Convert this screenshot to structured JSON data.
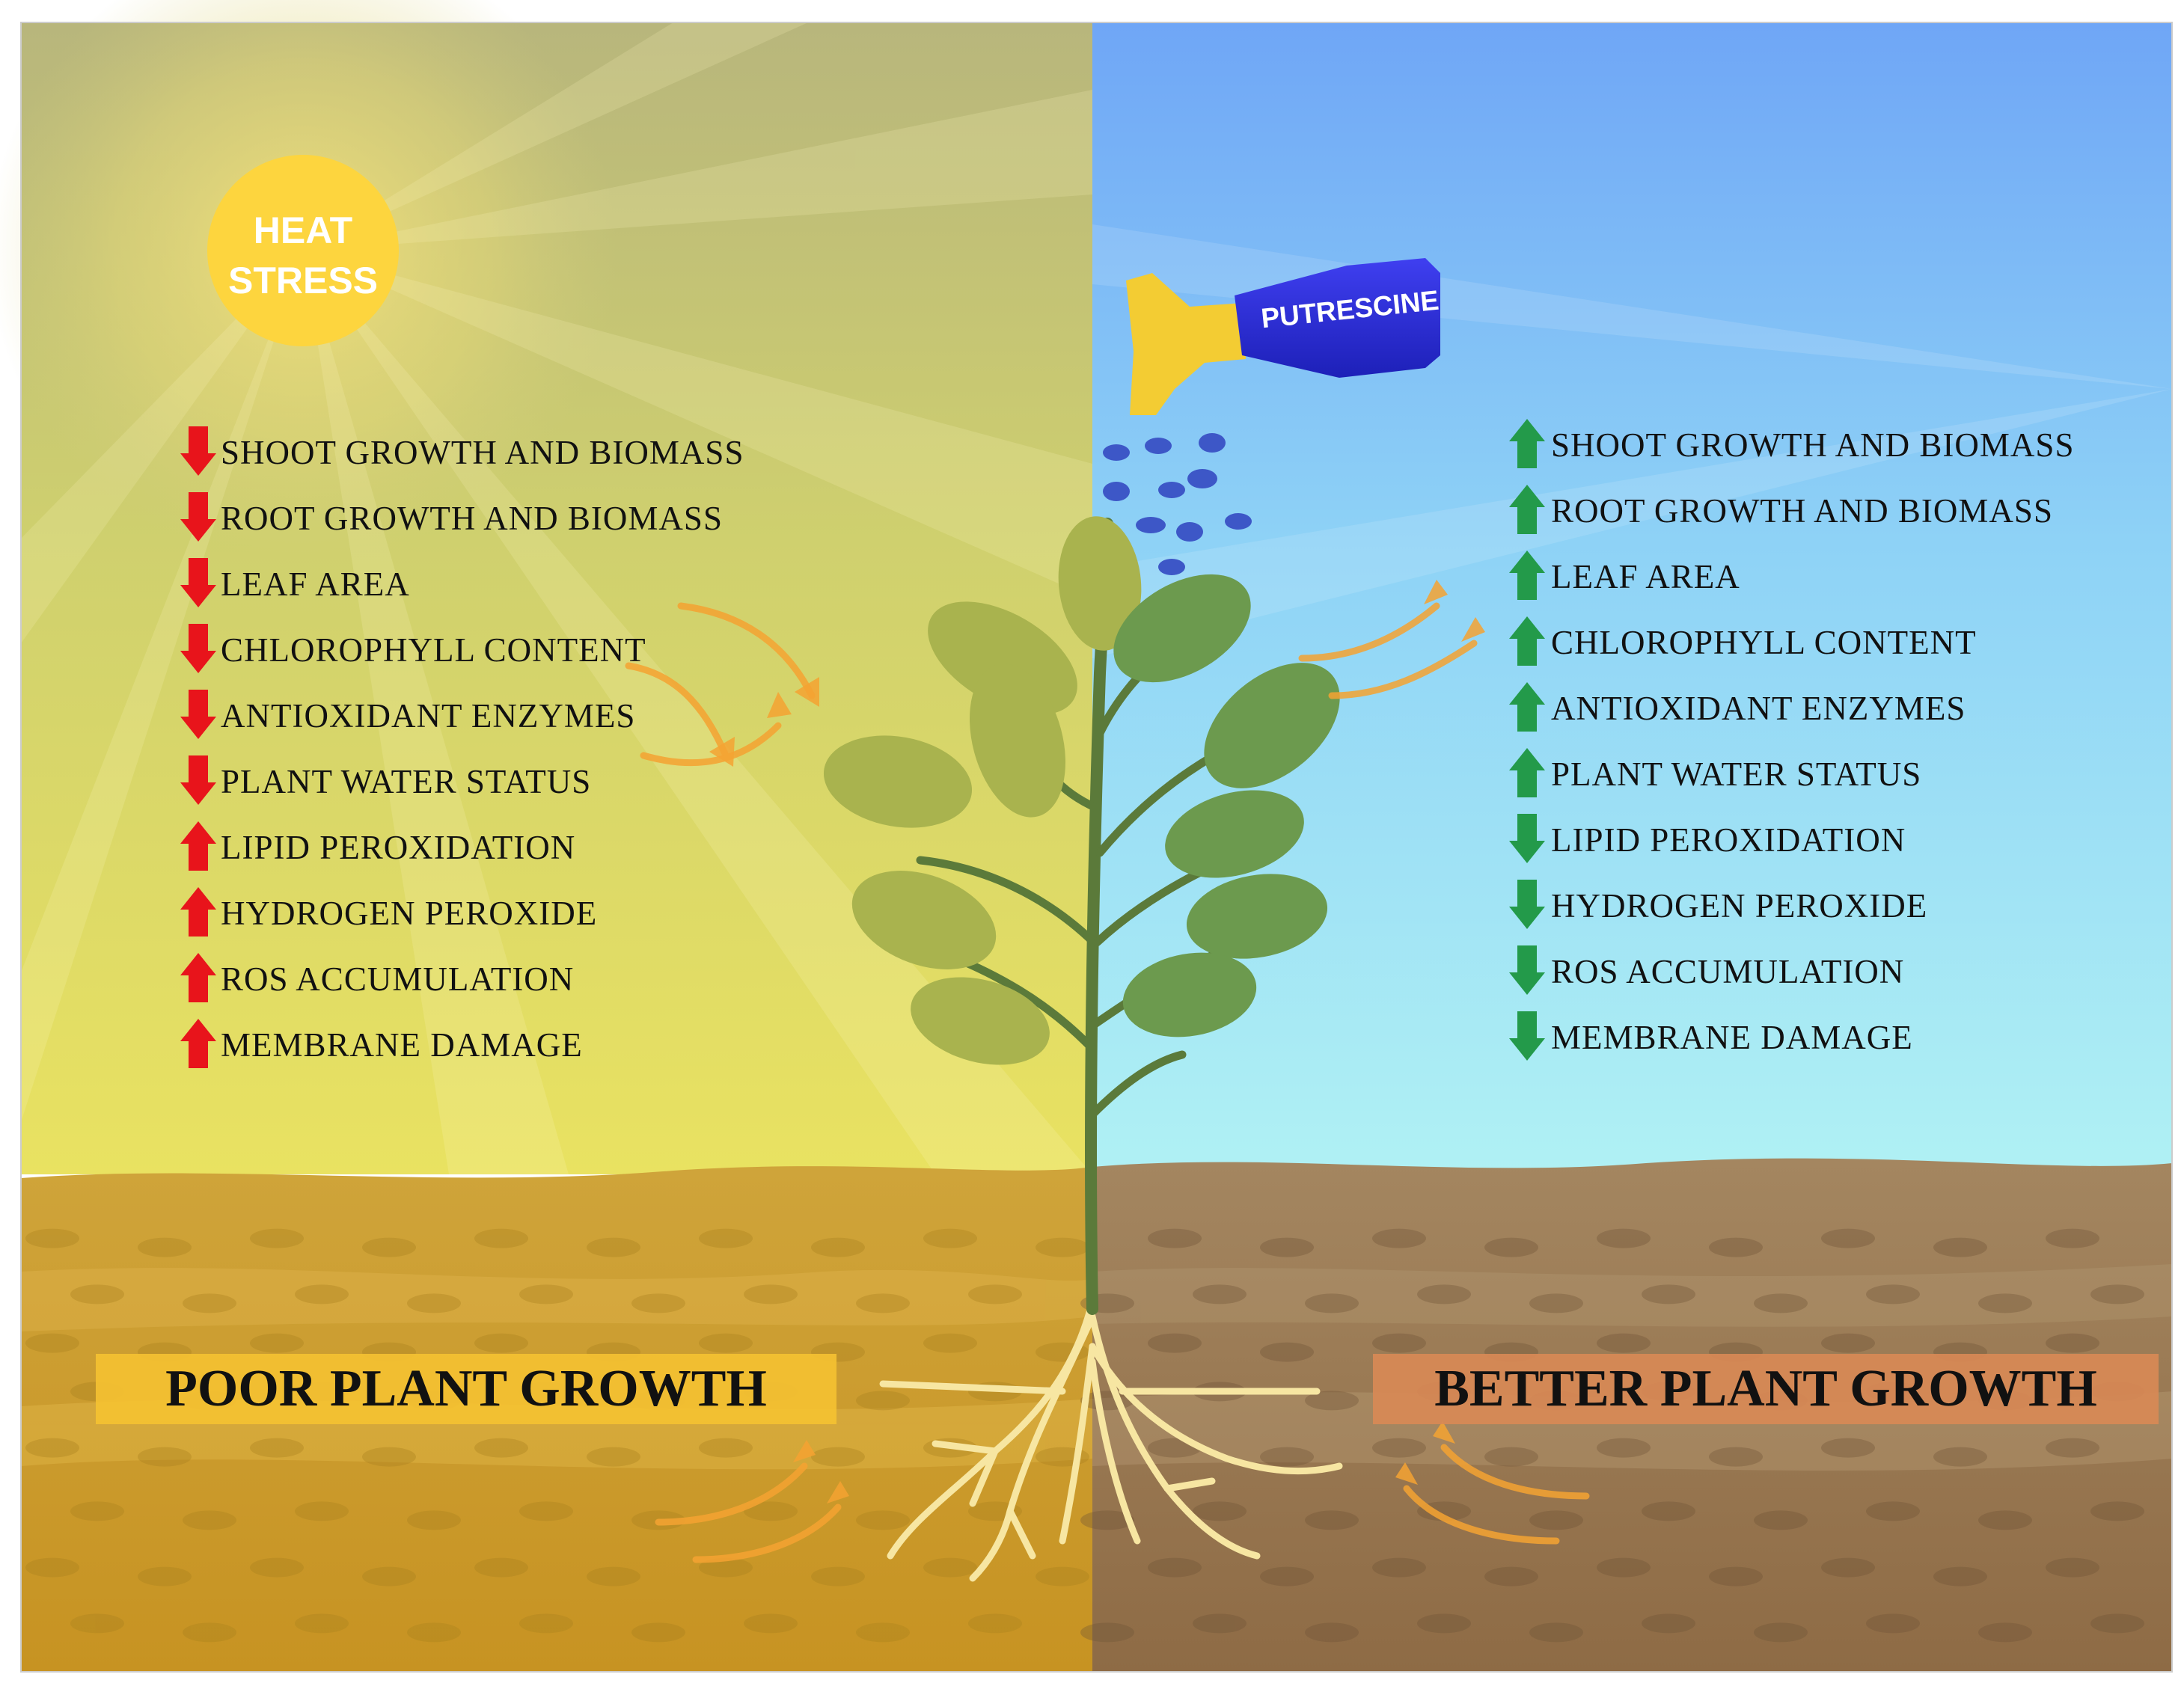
{
  "sun": {
    "line1": "HEAT",
    "line2": "STRESS"
  },
  "bottle": {
    "label": "PUTRESCINE"
  },
  "left_panel": {
    "banner": "POOR PLANT GROWTH",
    "items": [
      {
        "text": "SHOOT GROWTH AND BIOMASS",
        "direction": "down",
        "color": "#e8141b"
      },
      {
        "text": "ROOT GROWTH AND BIOMASS",
        "direction": "down",
        "color": "#e8141b"
      },
      {
        "text": "LEAF AREA",
        "direction": "down",
        "color": "#e8141b"
      },
      {
        "text": "CHLOROPHYLL CONTENT",
        "direction": "down",
        "color": "#e8141b"
      },
      {
        "text": "ANTIOXIDANT ENZYMES",
        "direction": "down",
        "color": "#e8141b"
      },
      {
        "text": "PLANT WATER STATUS",
        "direction": "down",
        "color": "#e8141b"
      },
      {
        "text": "LIPID PEROXIDATION",
        "direction": "up",
        "color": "#e8141b"
      },
      {
        "text": "HYDROGEN PEROXIDE",
        "direction": "up",
        "color": "#e8141b"
      },
      {
        "text": "ROS ACCUMULATION",
        "direction": "up",
        "color": "#e8141b"
      },
      {
        "text": "MEMBRANE DAMAGE",
        "direction": "up",
        "color": "#e8141b"
      }
    ]
  },
  "right_panel": {
    "banner": "BETTER PLANT GROWTH",
    "items": [
      {
        "text": "SHOOT GROWTH AND BIOMASS",
        "direction": "up",
        "color": "#239a4a"
      },
      {
        "text": "ROOT GROWTH AND BIOMASS",
        "direction": "up",
        "color": "#239a4a"
      },
      {
        "text": "LEAF AREA",
        "direction": "up",
        "color": "#239a4a"
      },
      {
        "text": "CHLOROPHYLL CONTENT",
        "direction": "up",
        "color": "#239a4a"
      },
      {
        "text": "ANTIOXIDANT ENZYMES",
        "direction": "up",
        "color": "#239a4a"
      },
      {
        "text": "PLANT WATER STATUS",
        "direction": "up",
        "color": "#239a4a"
      },
      {
        "text": "LIPID PEROXIDATION",
        "direction": "down",
        "color": "#239a4a"
      },
      {
        "text": "HYDROGEN PEROXIDE",
        "direction": "down",
        "color": "#239a4a"
      },
      {
        "text": "ROS ACCUMULATION",
        "direction": "down",
        "color": "#239a4a"
      },
      {
        "text": "MEMBRANE DAMAGE",
        "direction": "down",
        "color": "#239a4a"
      }
    ]
  },
  "colors": {
    "stress_arrow": "#e8141b",
    "relief_arrow": "#239a4a",
    "poor_banner": "#f5c232",
    "better_banner": "#d98a55",
    "sun": "#fdd53e",
    "bottle": "#2a2ed6",
    "nozzle": "#f3cc33"
  }
}
